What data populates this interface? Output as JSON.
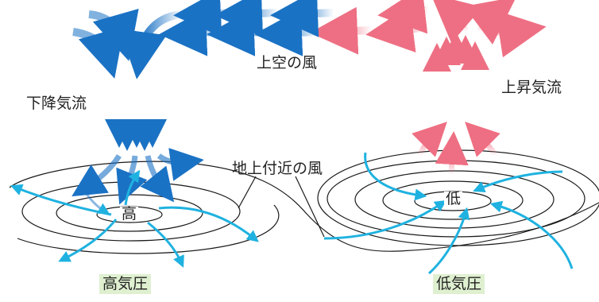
{
  "labels": {
    "upper_wind": "上空の風",
    "downdraft": "下降気流",
    "updraft": "上昇気流",
    "surface_wind": "地上付近の風",
    "high_center": "高",
    "low_center": "低",
    "high_pressure": "高気圧",
    "low_pressure": "低気圧"
  },
  "colors": {
    "surface_wind": "#1fb2e0",
    "downdraft_blue": "#1a72c4",
    "updraft_pink": "#ee6f83",
    "isobar": "#1a1a1a",
    "pressure_label_bg": "#dff0d0"
  }
}
